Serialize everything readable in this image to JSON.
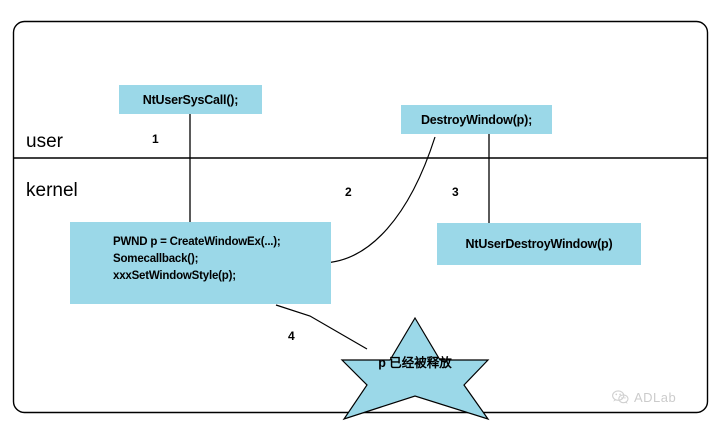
{
  "diagram": {
    "regions": {
      "user_label": "user",
      "kernel_label": "kernel"
    },
    "nodes": {
      "ntusersyscall": "NtUserSysCall();",
      "destroywindow": "DestroyWindow(p);",
      "ntuserdestroywindow": "NtUserDestroyWindow(p)",
      "code_lines": [
        "PWND p = CreateWindowEx(...);",
        "Somecallback();",
        "xxxSetWindowStyle(p);"
      ],
      "star": "p 已经被释放"
    },
    "steps": {
      "one": "1",
      "two": "2",
      "three": "3",
      "four": "4"
    },
    "colors": {
      "node_fill": "#9BD8E8",
      "stroke": "#000000",
      "background": "#FFFFFF",
      "star_fill": "#9BD8E8"
    }
  },
  "watermark": {
    "label": "ADLab",
    "icon": "wechat-icon"
  }
}
